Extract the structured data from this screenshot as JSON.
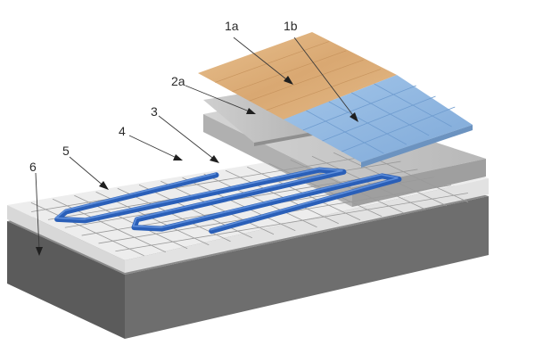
{
  "diagram": {
    "callouts": [
      {
        "id": "1a",
        "label": "1a",
        "target": "wood-laminate-layer"
      },
      {
        "id": "1b",
        "label": "1b",
        "target": "ceramic-tile-layer"
      },
      {
        "id": "2a",
        "label": "2a",
        "target": "underlay-sheet"
      },
      {
        "id": "3",
        "label": "3",
        "target": "reinforcement-mesh"
      },
      {
        "id": "4",
        "label": "4",
        "target": "heating-pipe"
      },
      {
        "id": "5",
        "label": "5",
        "target": "insulation-board"
      },
      {
        "id": "6",
        "label": "6",
        "target": "concrete-base-slab"
      }
    ],
    "colors": {
      "wood": "#dcae7a",
      "tile": "#8fb8e3",
      "pipe": "#2a5fb8",
      "screed": "#c9c9c9",
      "insulation": "#e6e6e6",
      "base": "#6e6e6e"
    }
  }
}
